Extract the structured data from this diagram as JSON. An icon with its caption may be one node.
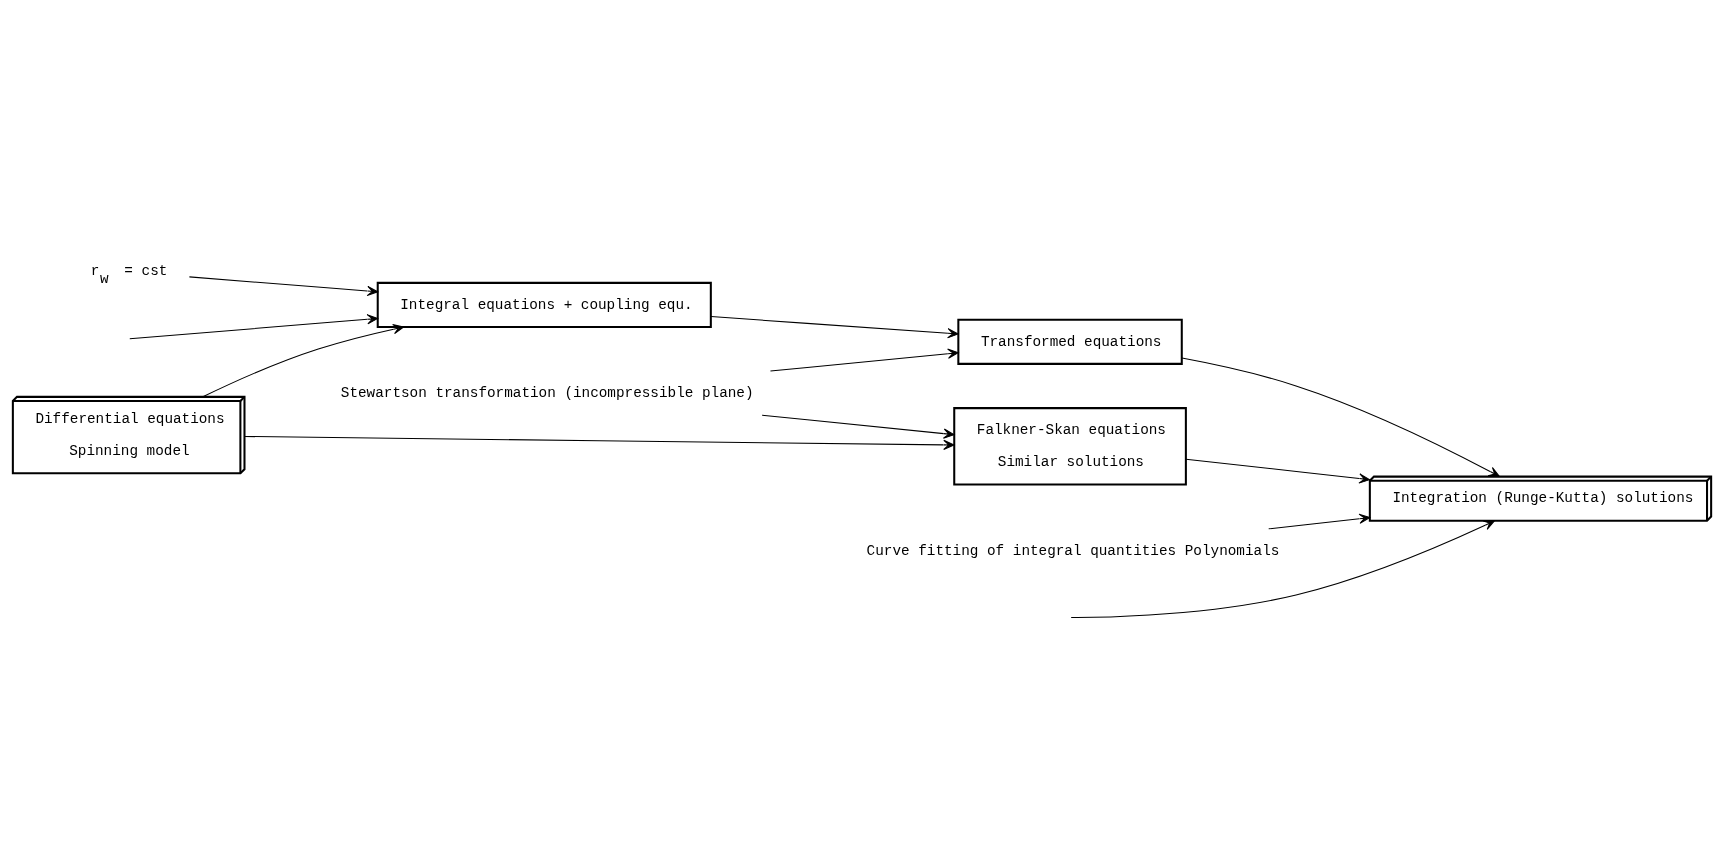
{
  "diagram": {
    "nodes": [
      {
        "text": [
          "Differential equations",
          "Spinning model"
        ]
      },
      {
        "text": [
          "Integral equations + coupling equ."
        ]
      },
      {
        "text": [
          "Transformed equations"
        ]
      },
      {
        "text": [
          "Falkner-Skan equations",
          "Similar solutions"
        ]
      },
      {
        "text": [
          "Integration (Runge-Kutta) solutions"
        ]
      },
      {
        "text": [
          "Stewartson transformation (incompressible plane)"
        ]
      },
      {
        "text": [
          "r$_{w}$ = cst"
        ]
      },
      {
        "text": [
          "Curve fitting of integral quantities Polynomials"
        ]
      }
    ],
    "edges": [
      {
        "from": 0,
        "to": 1,
        "arrow": "to"
      },
      {
        "from": 0,
        "to": 3,
        "arrow": "to"
      },
      {
        "from": 1,
        "to": 2,
        "arrow": "to"
      },
      {
        "from": 5,
        "to": 2,
        "arrow": "to"
      },
      {
        "from": 5,
        "to": 3,
        "arrow": "to"
      },
      {
        "from": 2,
        "to": 4,
        "arrow": "to"
      },
      {
        "from": 3,
        "to": 4,
        "arrow": "to"
      },
      {
        "from": 6,
        "to": 1,
        "arrow": "to"
      },
      {
        "from": 7,
        "to": 4,
        "arrow": "to"
      },
      {
        "from": null,
        "to": 1,
        "arrow": "to"
      },
      {
        "from": null,
        "to": 4,
        "arrow": "to"
      }
    ]
  }
}
